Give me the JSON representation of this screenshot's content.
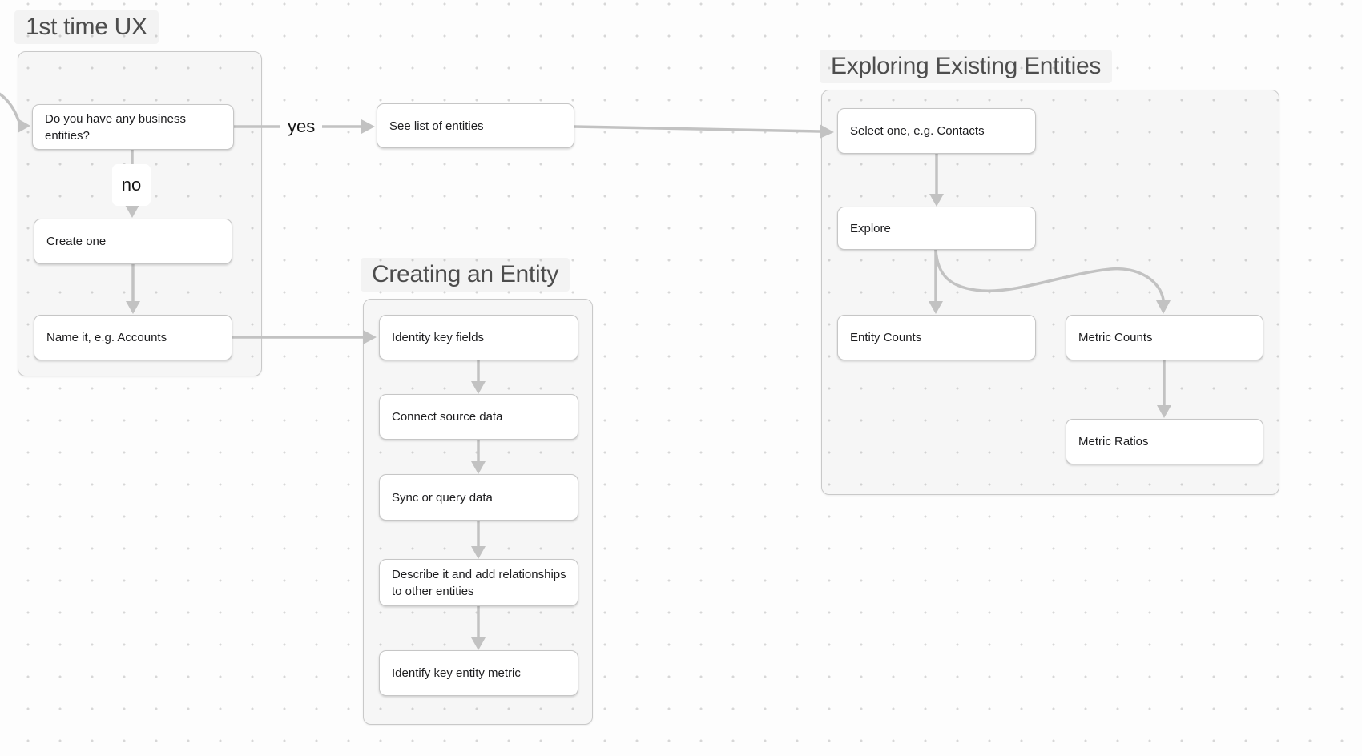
{
  "titles": {
    "first_time_ux": "1st time UX",
    "creating_entity": "Creating an Entity",
    "exploring_entities": "Exploring Existing Entities"
  },
  "nodes": {
    "question": "Do you have any business entities?",
    "see_list": "See list of entities",
    "create_one": "Create one",
    "name_it": "Name it, e.g. Accounts",
    "identity_key_fields": "Identity key fields",
    "connect_source": "Connect source data",
    "sync_query": "Sync or query data",
    "describe_relationships": "Describe it and add relationships to other entities",
    "identify_metric": "Identify key entity metric",
    "select_one": "Select one, e.g. Contacts",
    "explore": "Explore",
    "entity_counts": "Entity Counts",
    "metric_counts": "Metric Counts",
    "metric_ratios": "Metric Ratios"
  },
  "edge_labels": {
    "yes": "yes",
    "no": "no"
  },
  "colors": {
    "canvas_bg": "#fdfdfd",
    "dot_color": "#d7d7d7",
    "frame_border": "#c9c9c9",
    "node_bg": "#ffffff",
    "node_border": "#c6c6c6",
    "arrow_color": "#c2c2c2",
    "node_text": "#1d1d1f",
    "title_text": "#4d4d4d",
    "label_text": "#141414",
    "label_bg": "#ffffff"
  }
}
